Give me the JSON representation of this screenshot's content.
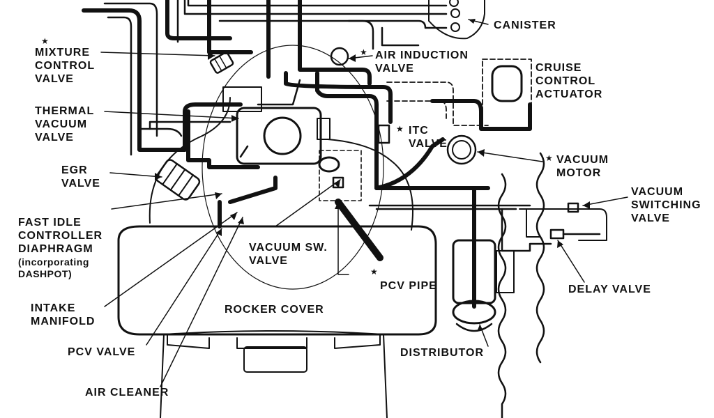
{
  "labels": {
    "canister": "CANISTER",
    "mixture_control_valve": "MIXTURE\nCONTROL\nVALVE",
    "air_induction_valve": "AIR INDUCTION\nVALVE",
    "cruise_control_actuator": "CRUISE\nCONTROL\nACTUATOR",
    "thermal_vacuum_valve": "THERMAL\nVACUUM\nVALVE",
    "itc_valve": "ITC\nVALVE",
    "vacuum_motor": "VACUUM\nMOTOR",
    "egr_valve": "EGR\nVALVE",
    "vacuum_switching_valve": "VACUUM\nSWITCHING\nVALVE",
    "fast_idle_controller_diaphragm": "FAST IDLE\nCONTROLLER\nDIAPHRAGM",
    "incorporating_dashpot": "(incorporating\nDASHPOT)",
    "vacuum_sw_valve": "VACUUM SW.\nVALVE",
    "pcv_pipe": "PCV PIPE",
    "delay_valve": "DELAY VALVE",
    "intake_manifold": "INTAKE\nMANIFOLD",
    "rocker_cover": "ROCKER COVER",
    "pcv_valve": "PCV VALVE",
    "distributor": "DISTRIBUTOR",
    "air_cleaner": "AIR CLEANER"
  },
  "marker": "★"
}
